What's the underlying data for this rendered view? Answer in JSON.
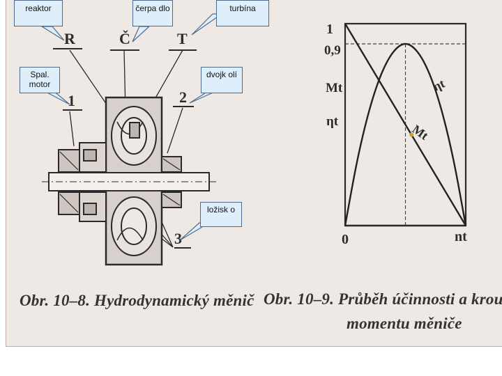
{
  "callouts": {
    "reaktor": "reaktor",
    "cerpadlo": "čerpa dlo",
    "turbina": "turbína",
    "spal_motor": "Spal. motor",
    "dvojkoli": "dvojk olí",
    "lozisko": "ložisk o"
  },
  "left_figure": {
    "labels": {
      "R": "R",
      "C": "Č",
      "T": "T",
      "n1": "1",
      "n2": "2",
      "n3": "3"
    },
    "caption": "Obr. 10–8. Hydrodynamický měnič"
  },
  "right_figure": {
    "caption_line1": "Obr. 10–9. Průběh účinnosti a krou",
    "caption_line2": "momentu měniče",
    "y_ticks": {
      "one": "1",
      "zero_nine": "0,9",
      "Mt": "Mt",
      "eta_t": "ηt",
      "zero": "0"
    },
    "x_label": "nt",
    "curve_labels": {
      "eta": "ηt",
      "moment": "Mt"
    }
  },
  "chart_data": {
    "type": "line",
    "title": "",
    "xlabel": "nt",
    "ylabel": "",
    "xlim": [
      0,
      1
    ],
    "ylim": [
      0,
      1
    ],
    "series": [
      {
        "name": "ηt",
        "x": [
          0,
          0.1,
          0.2,
          0.3,
          0.4,
          0.5,
          0.6,
          0.7,
          0.8,
          0.9,
          1.0
        ],
        "y": [
          0,
          0.32,
          0.57,
          0.75,
          0.86,
          0.9,
          0.86,
          0.75,
          0.57,
          0.32,
          0
        ]
      },
      {
        "name": "Mt",
        "x": [
          0,
          1
        ],
        "y": [
          1,
          0
        ]
      }
    ],
    "reference_lines": {
      "y": 0.9,
      "x": 0.5
    },
    "grid": false
  }
}
